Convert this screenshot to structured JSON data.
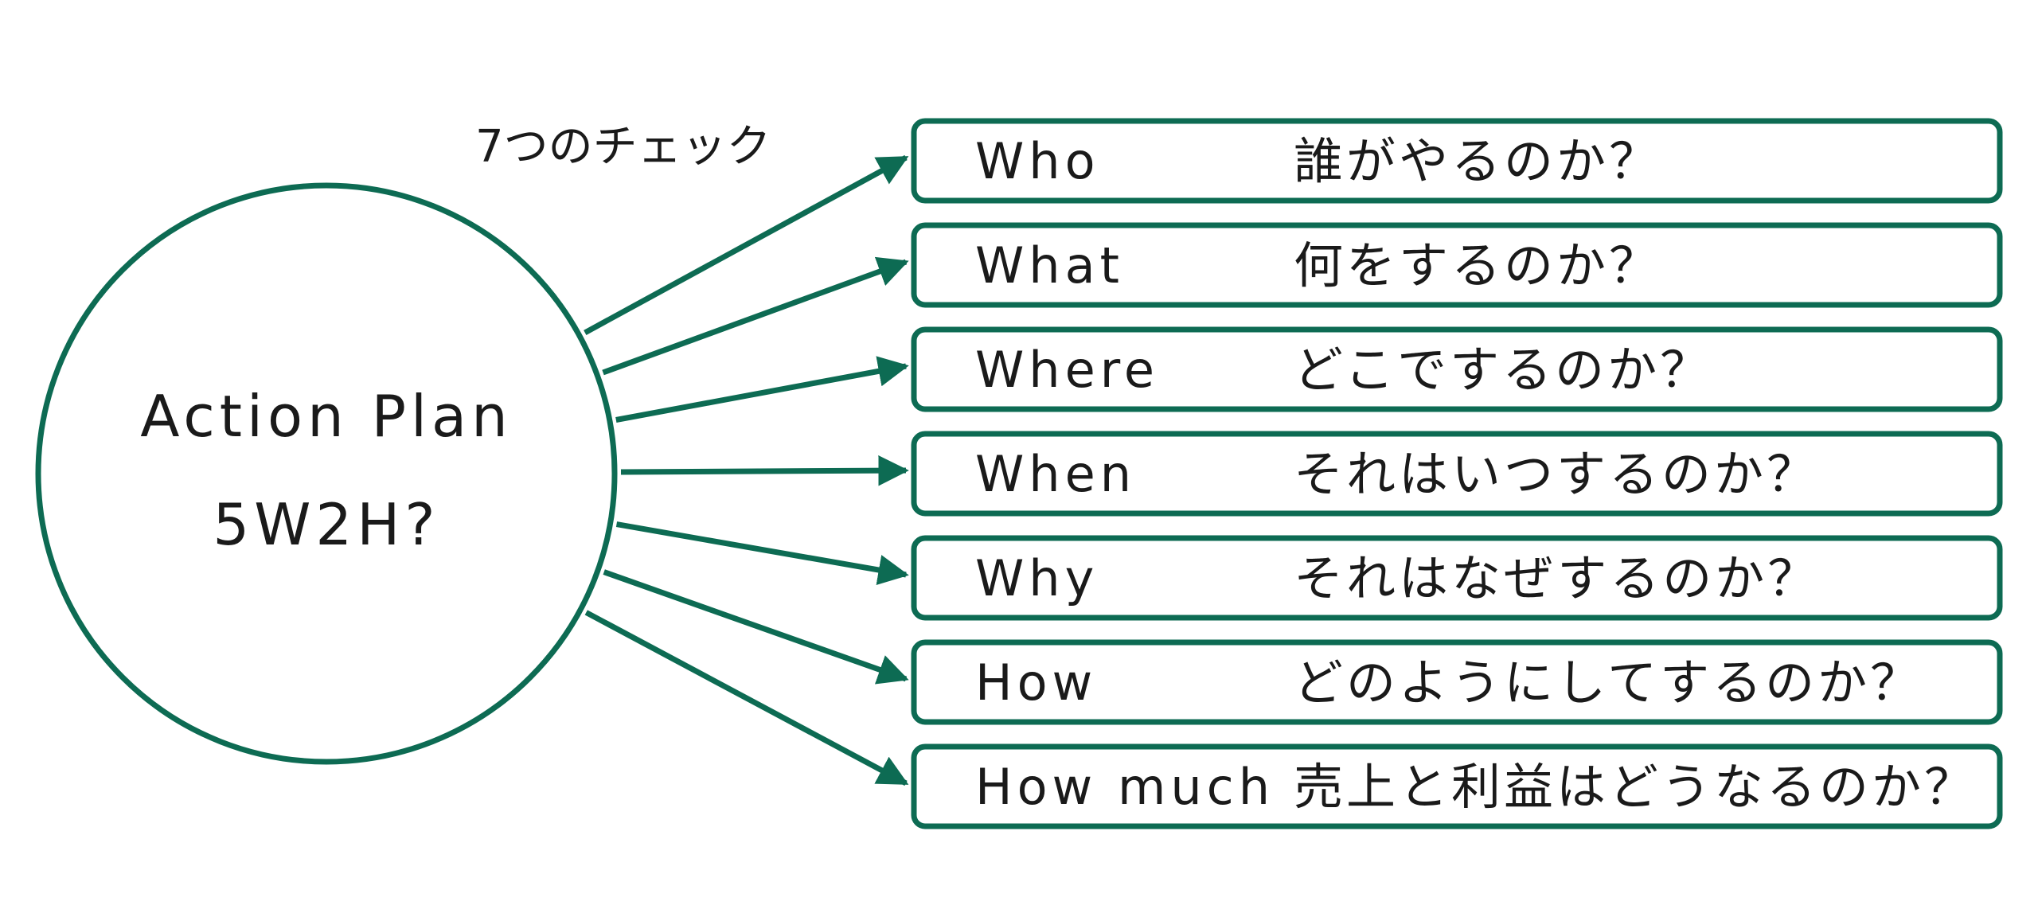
{
  "diagram": {
    "center": {
      "line1": "Action  Plan",
      "line2": "5W2H?"
    },
    "caption": "7つのチェック",
    "items": [
      {
        "term": "Who",
        "question": "誰がやるのか？"
      },
      {
        "term": "What",
        "question": "何をするのか？"
      },
      {
        "term": "Where",
        "question": "どこでするのか？"
      },
      {
        "term": "When",
        "question": "それはいつするのか？"
      },
      {
        "term": "Why",
        "question": "それはなぜするのか？"
      },
      {
        "term": "How",
        "question": "どのようにしてするのか？"
      },
      {
        "term": "How much",
        "question": "売上と利益はどうなるのか？"
      }
    ],
    "colors": {
      "stroke": "#0d6b53",
      "text": "#1a1a1a",
      "background": "#ffffff"
    }
  }
}
